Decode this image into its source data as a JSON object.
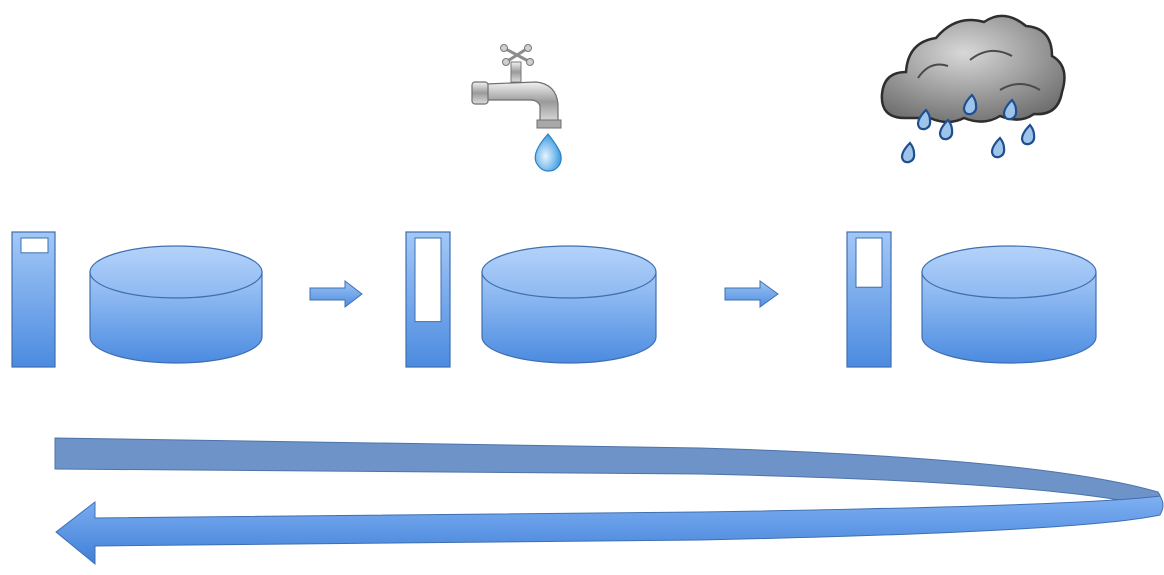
{
  "diagram": {
    "stages": [
      {
        "name": "stage-1",
        "level_fill_fraction": 0.88,
        "icon": "none"
      },
      {
        "name": "stage-2",
        "level_fill_fraction": 0.32,
        "icon": "faucet-icon"
      },
      {
        "name": "stage-3",
        "level_fill_fraction": 0.6,
        "icon": "rain-cloud-icon"
      }
    ],
    "transitions": [
      "small-right-arrow",
      "small-right-arrow"
    ],
    "cycle_arrow": "return-loop-arrow",
    "colors": {
      "shape_fill_top": "#9cc3f5",
      "shape_fill_bottom": "#4f8ee0",
      "shape_stroke": "#3f6fb0",
      "loop_back": "#6d93c8",
      "loop_front": "#5d95e8"
    }
  }
}
